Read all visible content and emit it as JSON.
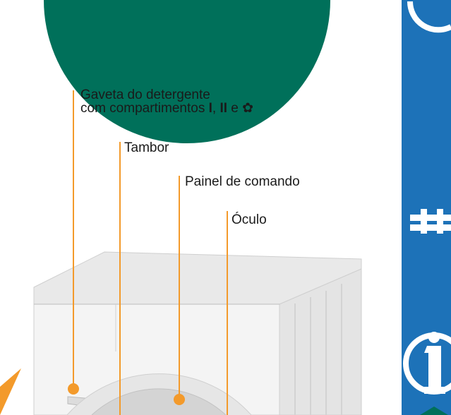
{
  "labels": {
    "detergent_drawer_line1": "Gaveta do detergente",
    "detergent_drawer_line2_prefix": "com compartimentos ",
    "compartment_1": "I",
    "separator": ", ",
    "compartment_2": "II",
    "conjunction": " e ",
    "compartment_softener_symbol": "✿",
    "drum": "Tambor",
    "control_panel": "Painel de comando",
    "door_window": "Óculo"
  },
  "icons": {
    "top_sidebar_icon": "info-icon",
    "middle_sidebar_icon": "water-tap-icon",
    "bottom_sidebar_icon": "info-icon"
  },
  "colors": {
    "accent_orange": "#f39a2b",
    "header_green": "#00705a",
    "sidebar_blue": "#1d72b8",
    "machine_body": "#f1f1f1",
    "marker_triangle": "#f39a2b"
  }
}
